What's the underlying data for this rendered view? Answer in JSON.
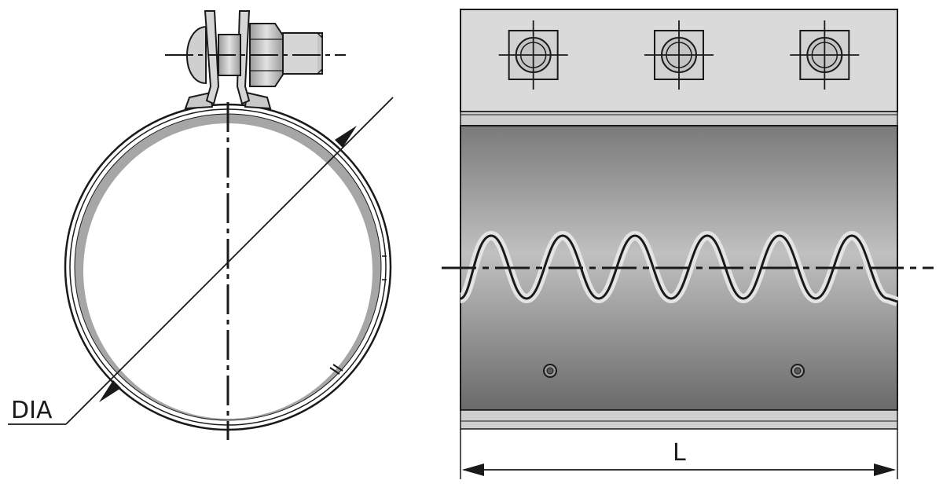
{
  "labels": {
    "diameter": "DIA",
    "length": "L"
  },
  "colors": {
    "outline": "#1a1a1a",
    "ring_fill": "#a6a6a6",
    "band_top": "#dadada",
    "body_light": "#bcbcbc",
    "body_dark": "#6f6f6f",
    "bolt_fill": "#d2d2d2"
  },
  "parts": {
    "band_bolts": 3,
    "wave_count": 6,
    "rivets": 2
  },
  "icons": [
    "bolt-head-icon",
    "rivet-icon"
  ]
}
